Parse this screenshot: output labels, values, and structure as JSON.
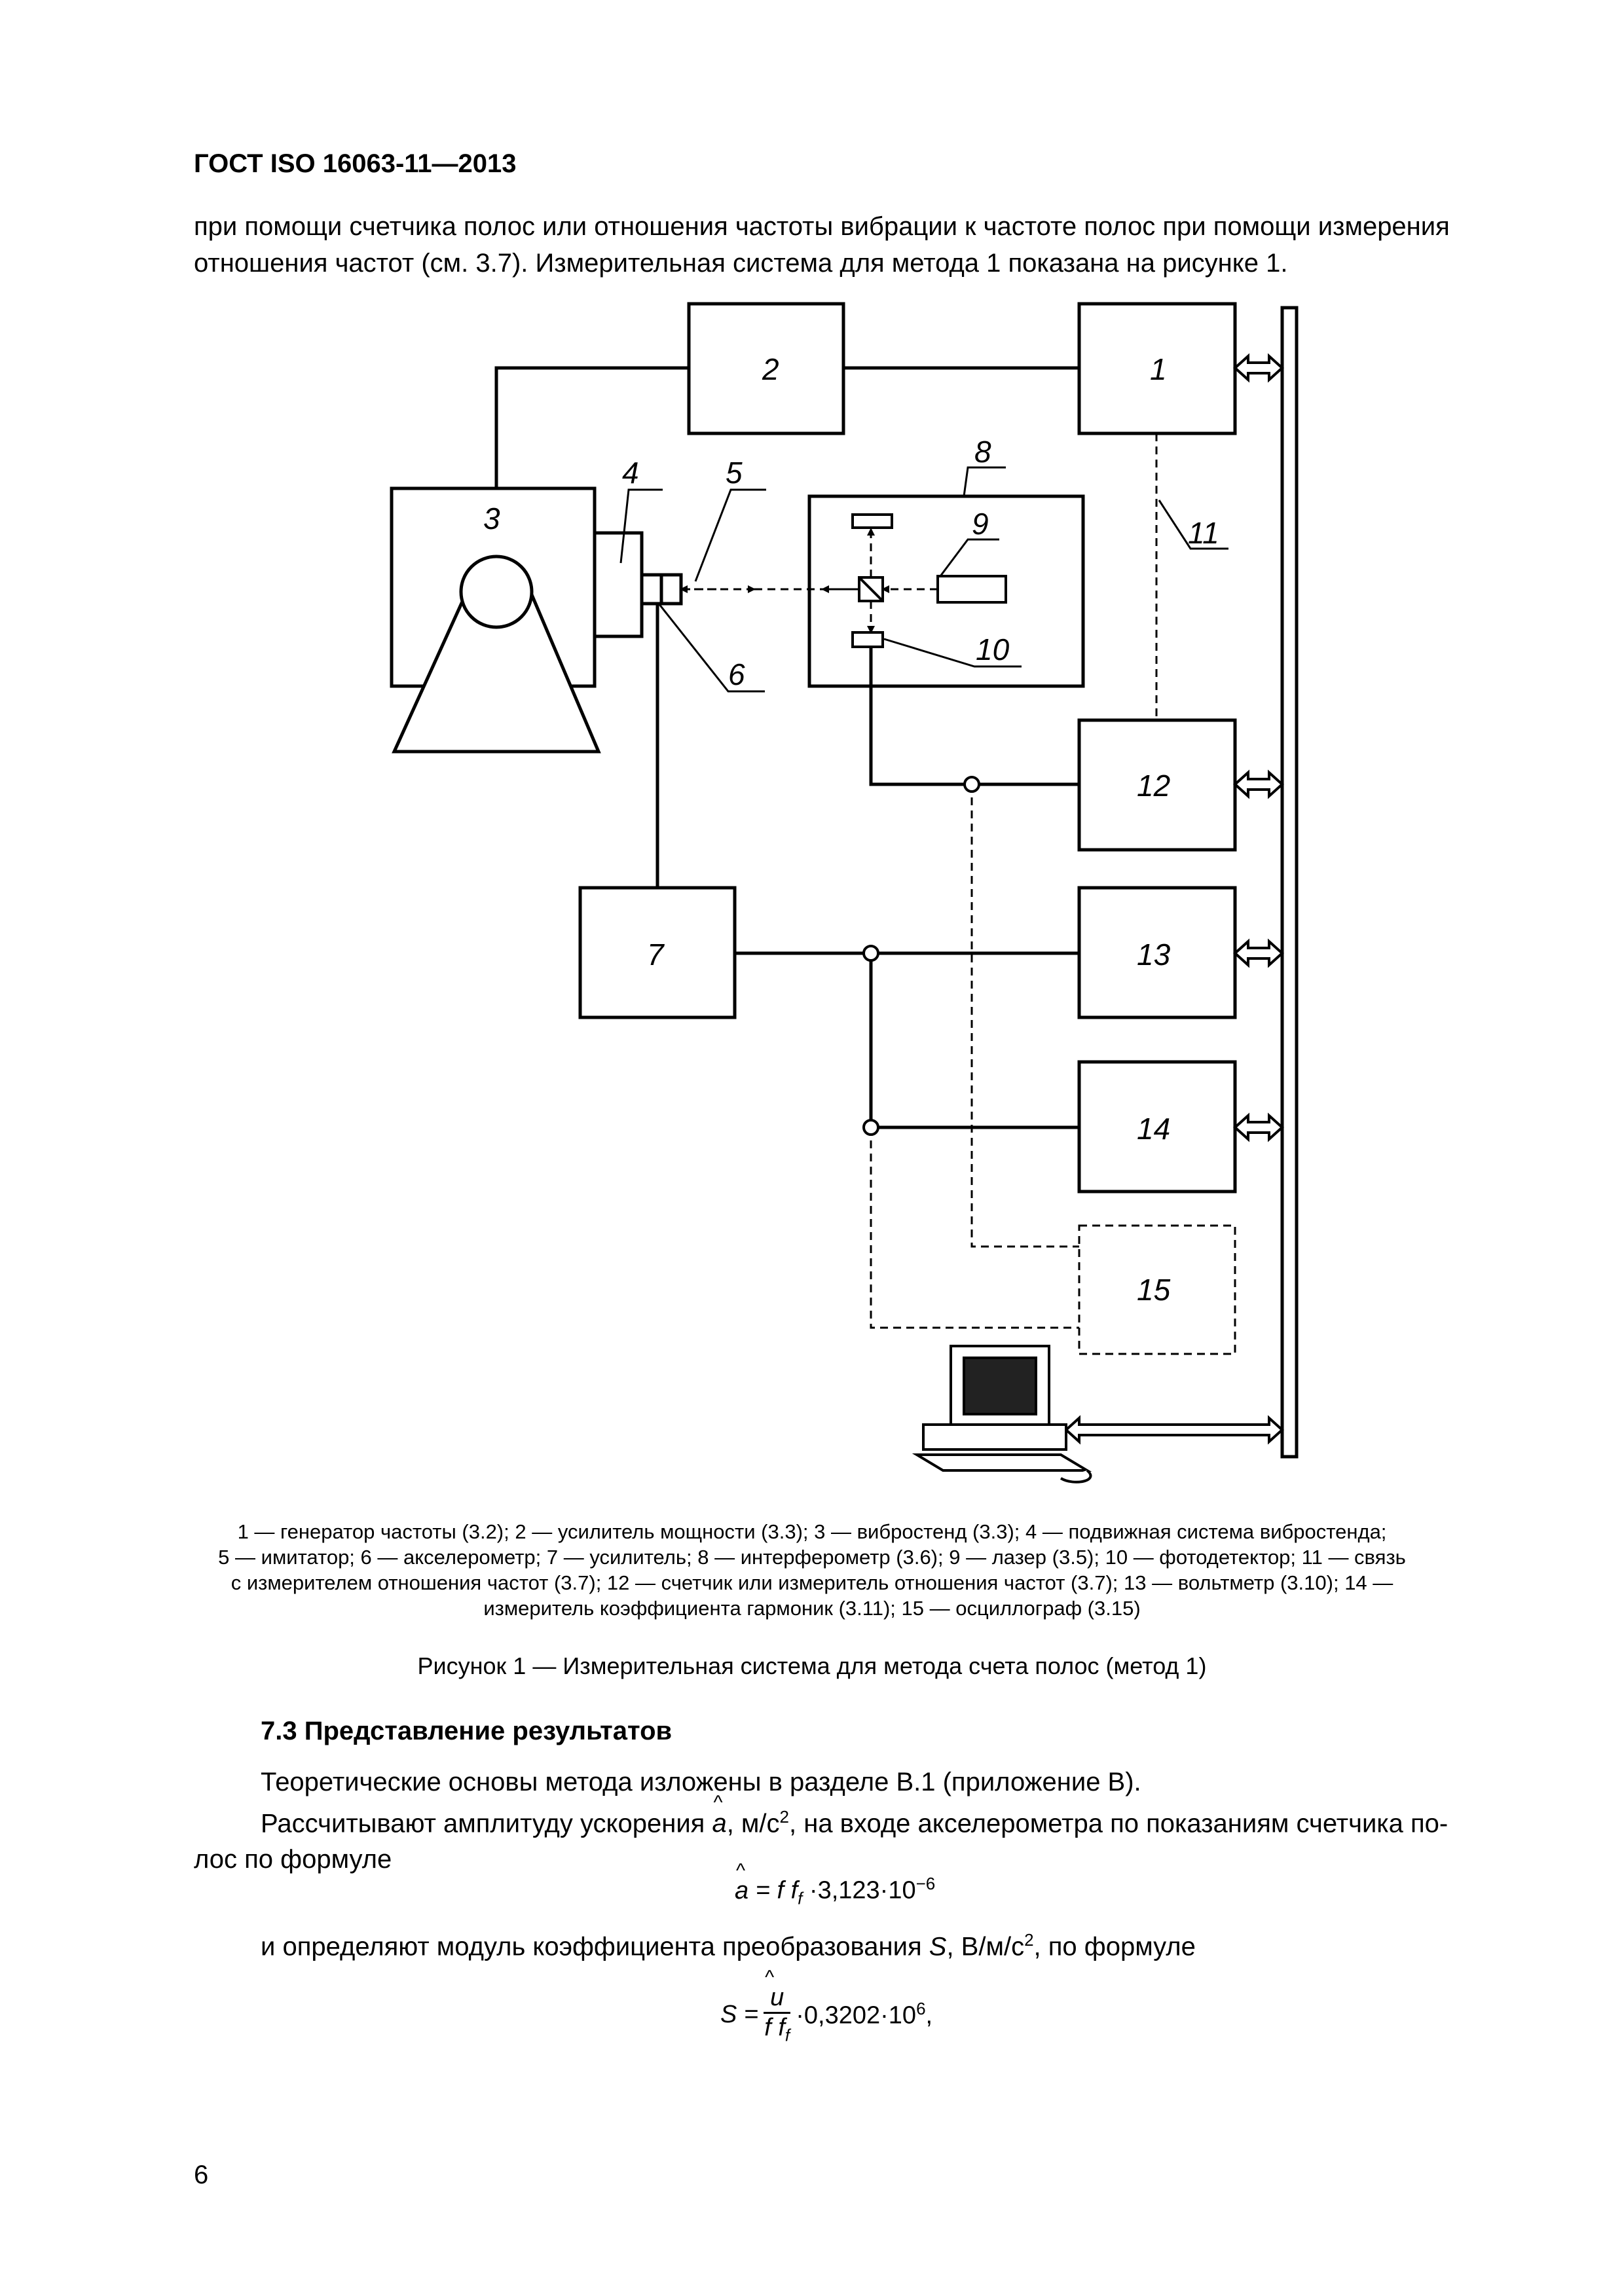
{
  "header": {
    "standard": "ГОСТ ISO 16063-11—2013"
  },
  "intro": {
    "line1": "при помощи счетчика полос или отношения частоты вибрации к частоте полос при помощи измерения",
    "line2": "отношения частот (см. 3.7). Измерительная система для метода 1 показана на рисунке 1."
  },
  "figure": {
    "labels": {
      "b1": "1",
      "b2": "2",
      "b3": "3",
      "b4": "4",
      "b5": "5",
      "b6": "6",
      "b7": "7",
      "b8": "8",
      "b9": "9",
      "b10": "10",
      "b11": "11",
      "b12": "12",
      "b13": "13",
      "b14": "14",
      "b15": "15"
    },
    "caption": {
      "line1": "1 — генератор частоты (3.2); 2 — усилитель мощности (3.3); 3 — вибростенд (3.3); 4 — подвижная система вибростенда;",
      "line2": "5 — имитатор; 6 — акселерометр; 7 — усилитель; 8 — интерферометр (3.6); 9 — лазер (3.5); 10 — фотодетектор; 11 — связь",
      "line3": "с измерителем отношения частот (3.7); 12 — счетчик или измеритель отношения частот (3.7); 13 — вольтметр (3.10); 14 —",
      "line4": "измеритель коэффициента гармоник (3.11); 15 — осциллограф (3.15)"
    },
    "title": "Рисунок 1 — Измерительная система для метода счета полос (метод 1)"
  },
  "section": {
    "heading": "7.3 Представление результатов",
    "para1": "Теоретические основы метода изложены в разделе В.1 (приложение В).",
    "para2_start": "Рассчитывают амплитуду ускорения ",
    "para2_var": "a",
    "para2_mid": ", м/с",
    "para2_sup": "2",
    "para2_end": ", на входе акселерометра по показаниям счетчика по-",
    "para2b": "лос по формуле",
    "formula1": {
      "lhs": "a",
      "rhs": " = f f",
      "sub": "f",
      "coef": " ·3,123·10",
      "exp": "−6"
    },
    "para3_start": "и определяют модуль коэффициента преобразования ",
    "para3_var": "S",
    "para3_mid": ", В/м/с",
    "para3_sup": "2",
    "para3_end": ", по формуле",
    "formula2": {
      "lhs": "S =",
      "num": "u",
      "den": "f f",
      "den_sub": "f",
      "coef": "·0,3202·10",
      "exp": "6",
      "tail": ","
    }
  },
  "page_number": "6"
}
